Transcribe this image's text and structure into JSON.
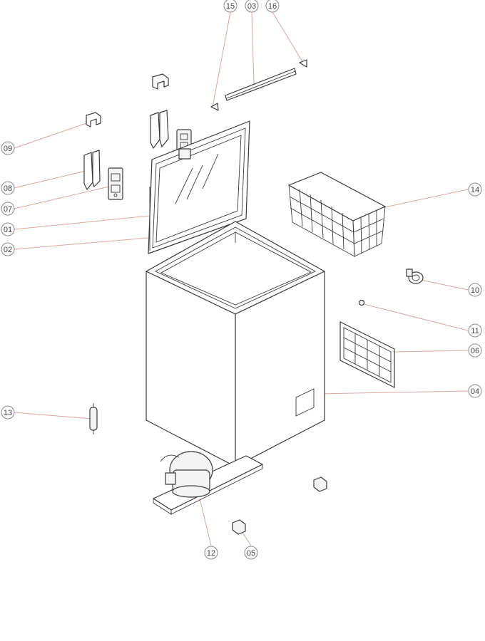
{
  "colors": {
    "line": "#3a3a3a",
    "leader": "#d7a9a3",
    "callout": "#8a8a8a"
  },
  "callouts": {
    "c15": "15",
    "c03": "03",
    "c16": "16",
    "c09": "09",
    "c08": "08",
    "c07": "07",
    "c01": "01",
    "c02": "02",
    "c14": "14",
    "c10": "10",
    "c11": "11",
    "c06": "06",
    "c04": "04",
    "c13": "13",
    "c12": "12",
    "c05": "05"
  }
}
